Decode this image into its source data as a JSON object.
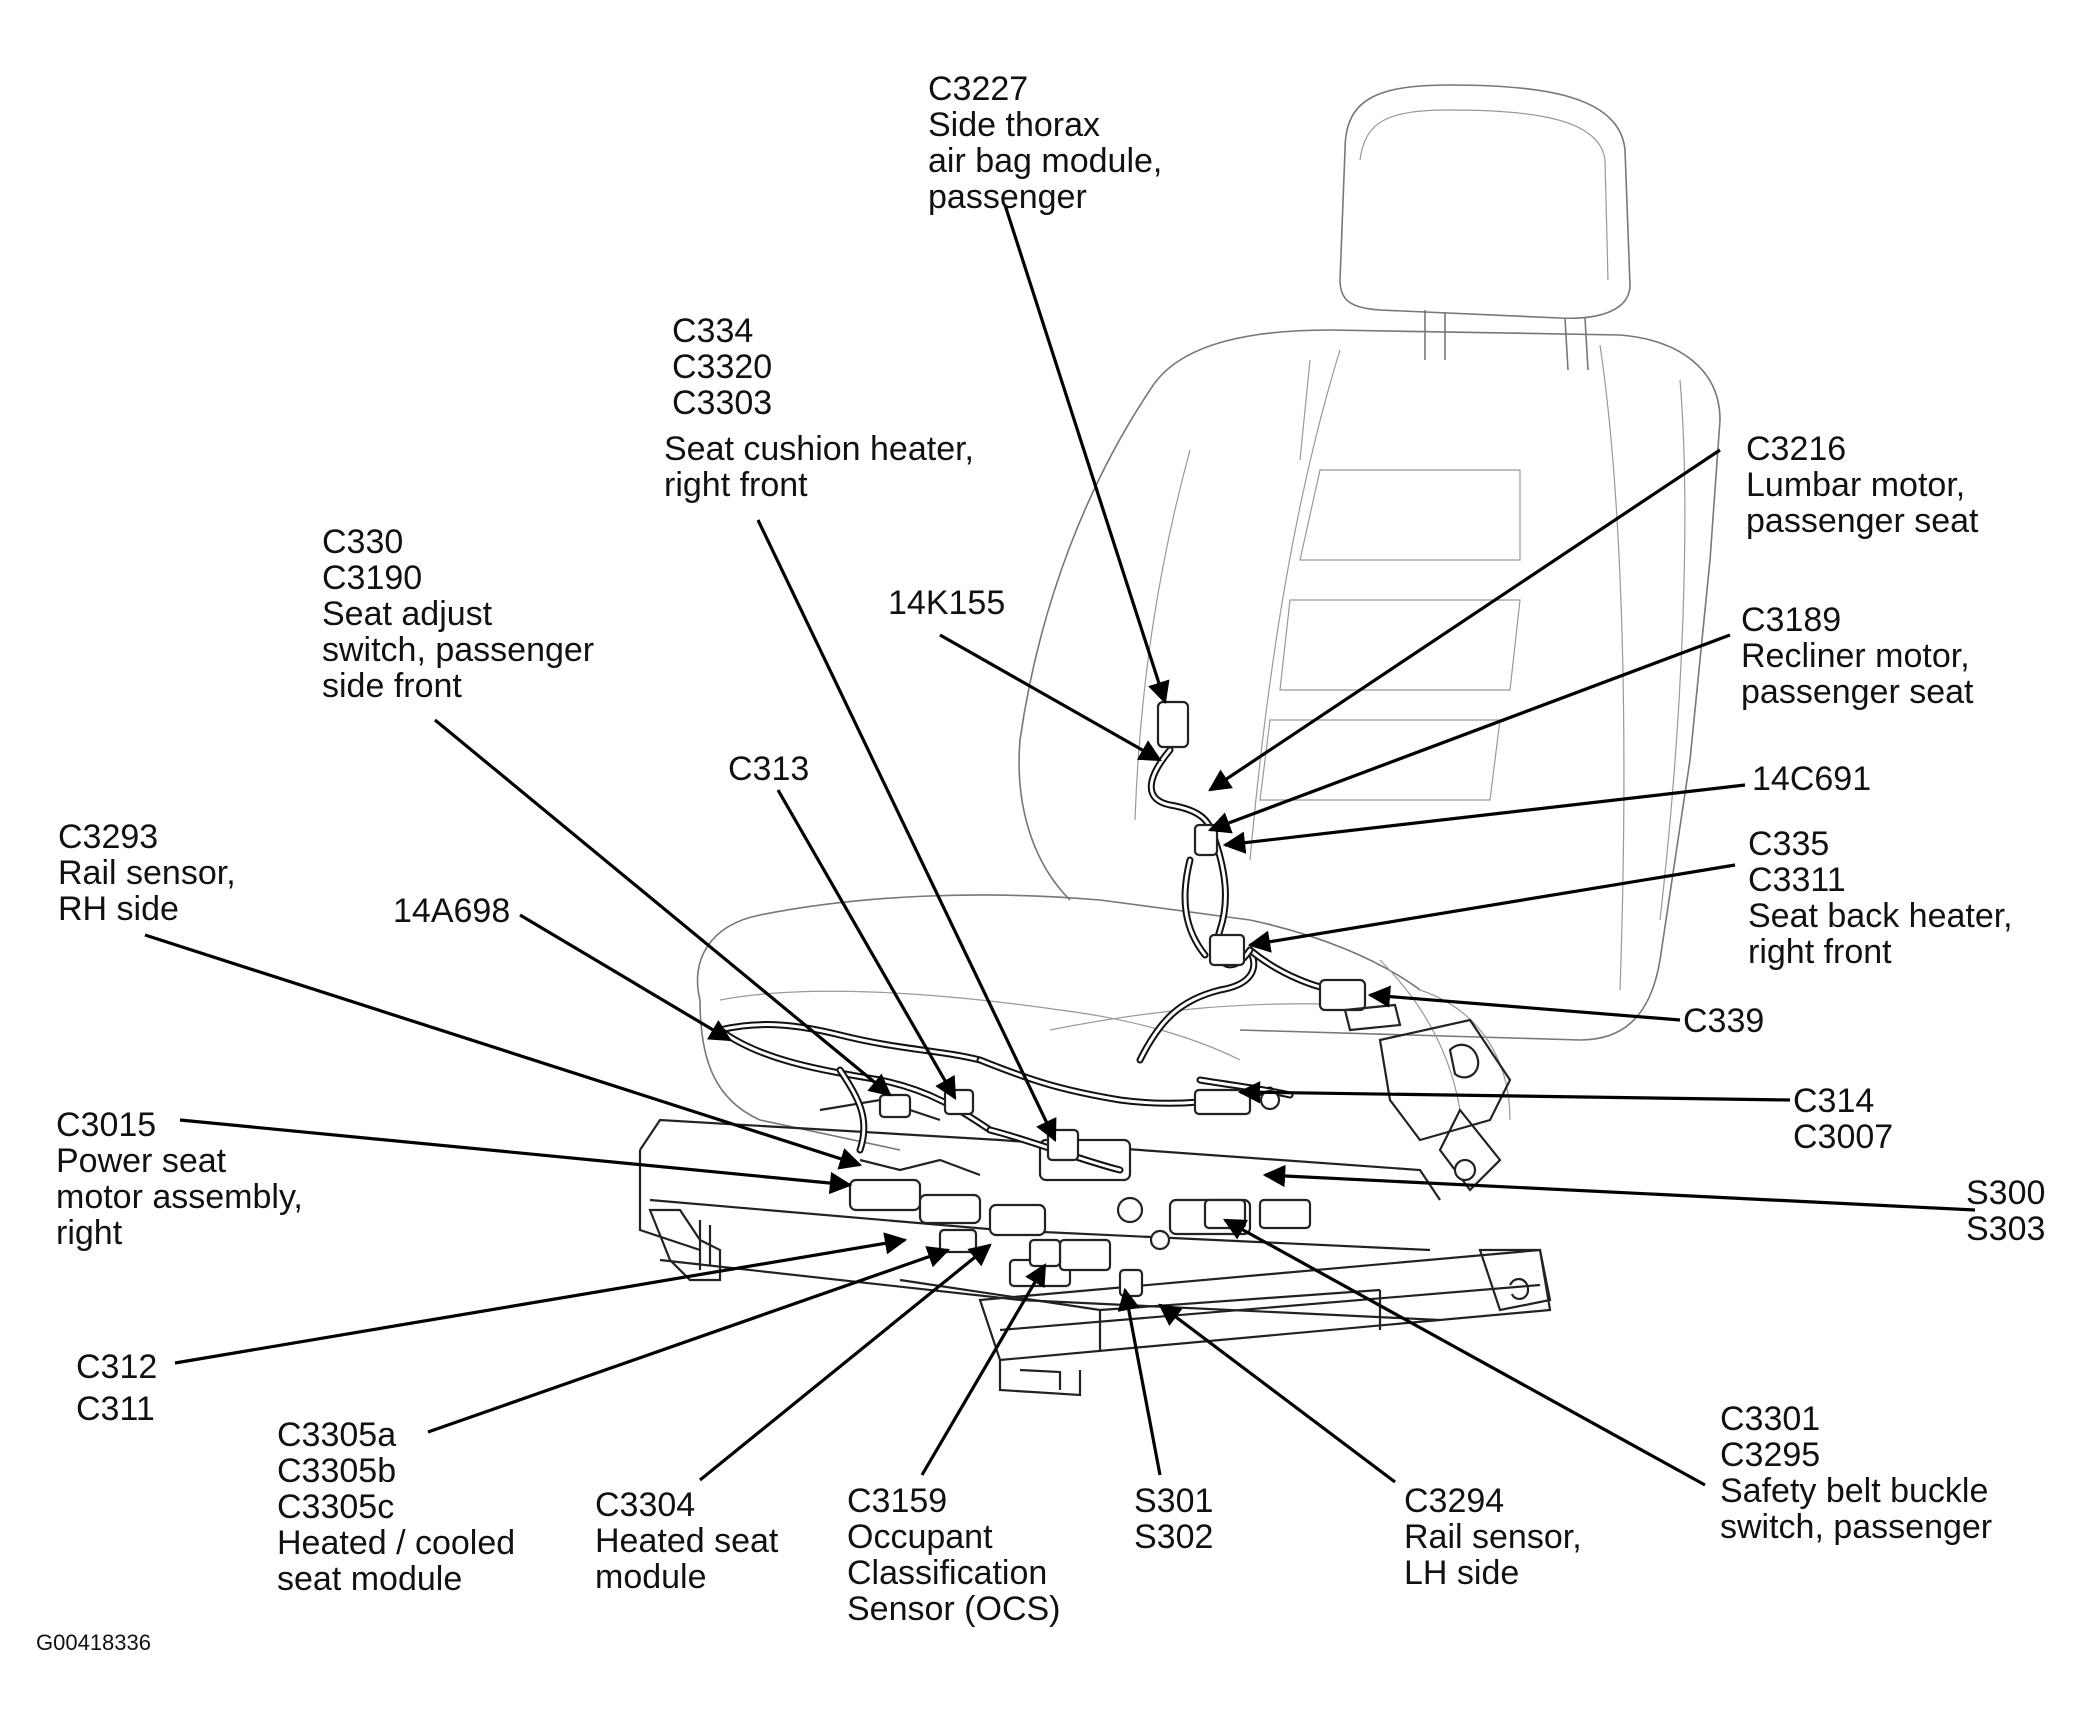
{
  "labels": {
    "c3227": [
      "C3227",
      "Side thorax",
      "air bag module,",
      "passenger"
    ],
    "c334": [
      "C334",
      "C3320",
      "C3303",
      "Seat cushion heater,",
      "right front"
    ],
    "c330": [
      "C330",
      "C3190",
      "Seat adjust",
      "switch, passenger",
      "side front"
    ],
    "k14k155": [
      "14K155"
    ],
    "c313": [
      "C313"
    ],
    "c3293": [
      "C3293",
      "Rail sensor,",
      "RH side"
    ],
    "a14a698": [
      "14A698"
    ],
    "c3015": [
      "C3015",
      "Power seat",
      "motor assembly,",
      "right"
    ],
    "c312": [
      "C312",
      "C311"
    ],
    "c3305": [
      "C3305a",
      "C3305b",
      "C3305c",
      "Heated / cooled",
      "seat module"
    ],
    "c3304": [
      "C3304",
      "Heated seat",
      "module"
    ],
    "c3159": [
      "C3159",
      "Occupant",
      "Classification",
      "Sensor (OCS)"
    ],
    "s301": [
      "S301",
      "S302"
    ],
    "c3294": [
      "C3294",
      "Rail sensor,",
      "LH side"
    ],
    "c3301": [
      "C3301",
      "C3295",
      "Safety belt buckle",
      "switch, passenger"
    ],
    "c3216": [
      "C3216",
      "Lumbar motor,",
      "passenger seat"
    ],
    "c3189": [
      "C3189",
      "Recliner motor,",
      "passenger seat"
    ],
    "c14c691": [
      "14C691"
    ],
    "c335": [
      "C335",
      "C3311",
      "Seat back heater,",
      "right front"
    ],
    "c339": [
      "C339"
    ],
    "c314": [
      "C314",
      "C3007"
    ],
    "s300": [
      "S300",
      "S303"
    ]
  },
  "figure_id": "G00418336"
}
